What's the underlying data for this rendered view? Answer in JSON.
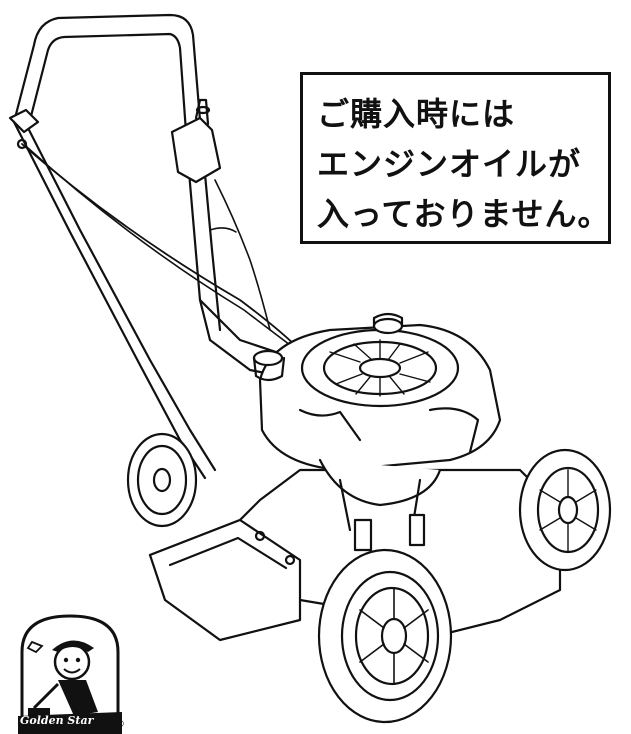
{
  "notice": {
    "lines": [
      "ご購入時には",
      "エンジンオイルが",
      "入っておりません。"
    ]
  },
  "logo": {
    "brand": "Golden Star",
    "registered_mark": "®"
  },
  "icons": [
    "lawn-mower-illustration",
    "golden-star-logo-icon"
  ]
}
